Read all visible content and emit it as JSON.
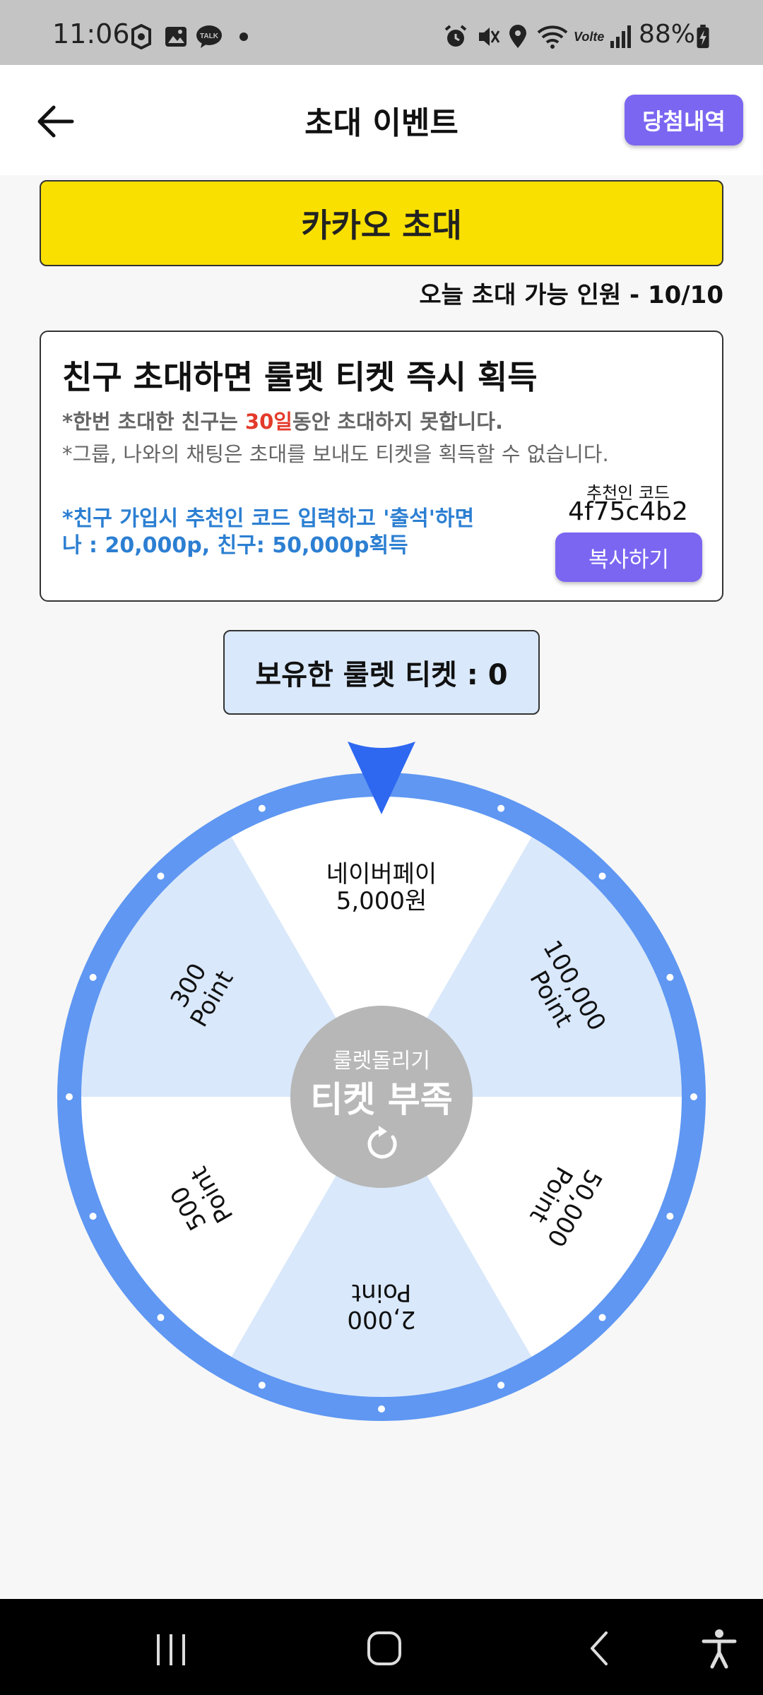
{
  "status_bar": {
    "time": "11:06",
    "battery": "88%",
    "icons": [
      "app-icon",
      "gallery-icon",
      "talk-icon",
      "dot-icon",
      "alarm-icon",
      "mute-icon",
      "location-icon",
      "wifi-icon",
      "volte-icon",
      "signal-icon",
      "battery-icon"
    ],
    "talk_icon_text": "TALK",
    "volte_text": "Volte"
  },
  "header": {
    "title": "초대 이벤트",
    "history_label": "당첨내역"
  },
  "kakao": {
    "label": "카카오 초대",
    "color": "#f9e000"
  },
  "invite": {
    "count_text": "오늘 초대 가능 인원 - 10/10"
  },
  "info": {
    "title": "친구 초대하면 룰렛 티켓 즉시 획득",
    "notice1_pre": "*한번 초대한 친구는 ",
    "notice1_highlight": "30일",
    "notice1_post": "동안 초대하지 못합니다.",
    "notice2": "*그룹, 나와의 채팅은 초대를 보내도 티켓을 획득할 수 없습니다.",
    "reward_line1": "*친구 가입시 추천인 코드 입력하고 '출석'하면",
    "reward_line2": "나 : 20,000p, 친구: 50,000p획득",
    "ref_label": "추천인 코드",
    "ref_code": "4f75c4b2",
    "copy_label": "복사하기",
    "highlight_color": "#e43a2a",
    "reward_color": "#2c7fd2"
  },
  "tickets": {
    "label": "보유한 룰렛 티켓 : 0"
  },
  "wheel": {
    "segments": [
      {
        "line1": "네이버페이",
        "line2": "5,000원"
      },
      {
        "line1": "100,000",
        "line2": "Point"
      },
      {
        "line1": "50,000",
        "line2": "Point"
      },
      {
        "line1": "2,000",
        "line2": "Point"
      },
      {
        "line1": "500",
        "line2": "Point"
      },
      {
        "line1": "300",
        "line2": "Point"
      }
    ],
    "center_small": "룰렛돌리기",
    "center_big": "티켓 부족",
    "ring_color": "#5f97f2",
    "pointer_color": "#2e68f0",
    "shade_color": "#d9e8fb"
  },
  "nav": {
    "icons": [
      "recent-apps-icon",
      "home-icon",
      "back-nav-icon",
      "accessibility-icon"
    ]
  }
}
